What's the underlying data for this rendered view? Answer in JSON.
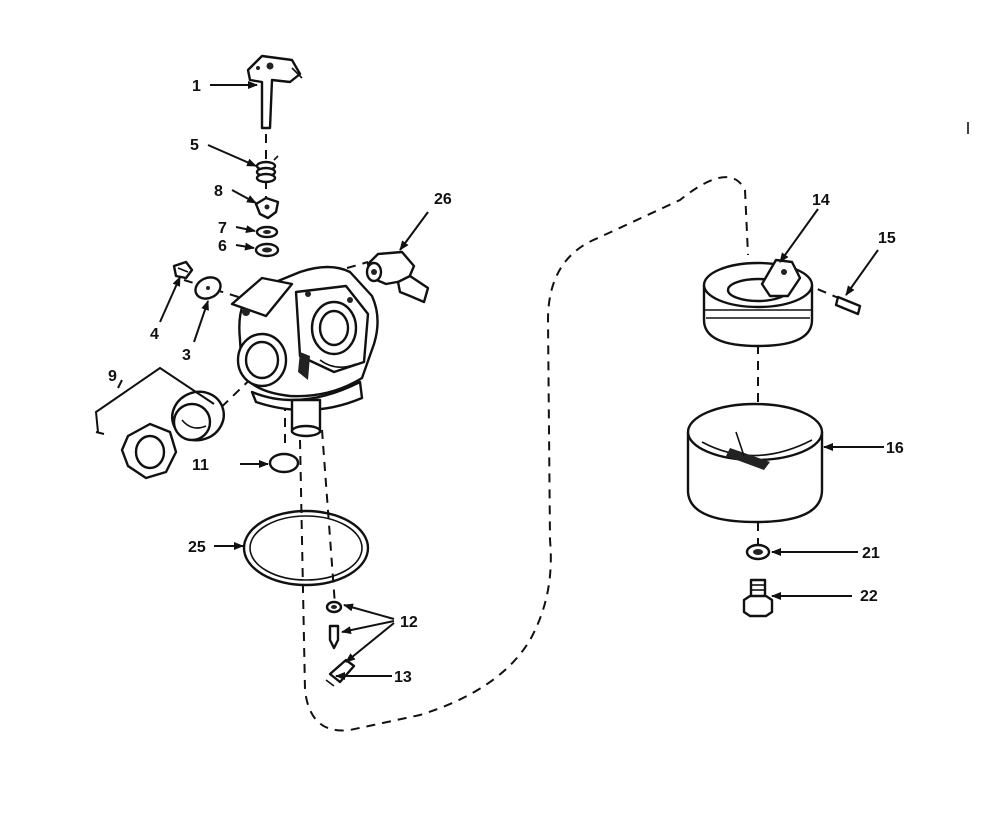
{
  "callouts": {
    "c1": "1",
    "c3": "3",
    "c4": "4",
    "c5": "5",
    "c6": "6",
    "c7": "7",
    "c8": "8",
    "c9": "9",
    "c11": "11",
    "c12": "12",
    "c13": "13",
    "c14": "14",
    "c15": "15",
    "c16": "16",
    "c21": "21",
    "c22": "22",
    "c25": "25",
    "c26": "26"
  },
  "colors": {
    "ink": "#111111",
    "paper": "#ffffff"
  },
  "icons": {
    "arrowhead": "arrow-head-icon"
  }
}
